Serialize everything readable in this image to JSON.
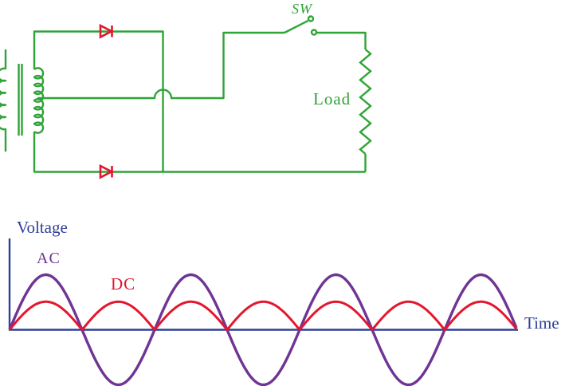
{
  "circuit": {
    "switch_label": "SW",
    "load_label": "Load",
    "wire_color": "#2fa437",
    "diode_color": "#e3172f"
  },
  "chart_data": {
    "type": "line",
    "xlabel": "Time",
    "ylabel": "Voltage",
    "axis_color": "#2f3f99",
    "grid": false,
    "legend_position": "inline annotations near curves",
    "x_range_periods": 3.5,
    "series": [
      {
        "name": "AC",
        "waveform": "sine",
        "amplitude": 1.0,
        "period": 1.0,
        "cycles": 3.5,
        "color": "#6f3494"
      },
      {
        "name": "DC",
        "waveform": "full-wave rectified sine",
        "amplitude": 0.51,
        "period": 1.0,
        "cycles": 3.5,
        "color": "#e3172f"
      }
    ]
  }
}
